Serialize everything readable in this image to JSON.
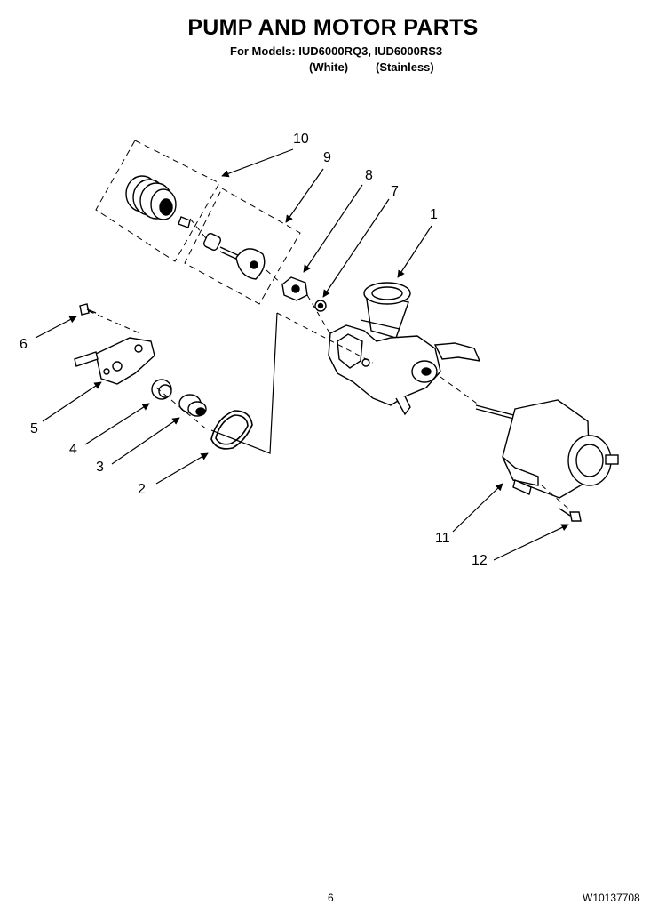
{
  "header": {
    "title": "PUMP AND MOTOR PARTS",
    "models_line": "For Models: IUD6000RQ3, IUD6000RS3",
    "variant_white": "(White)",
    "variant_stainless": "(Stainless)"
  },
  "callouts": [
    "1",
    "2",
    "3",
    "4",
    "5",
    "6",
    "7",
    "8",
    "9",
    "10",
    "11",
    "12"
  ],
  "footer": {
    "page_number": "6",
    "document_number": "W10137708"
  }
}
